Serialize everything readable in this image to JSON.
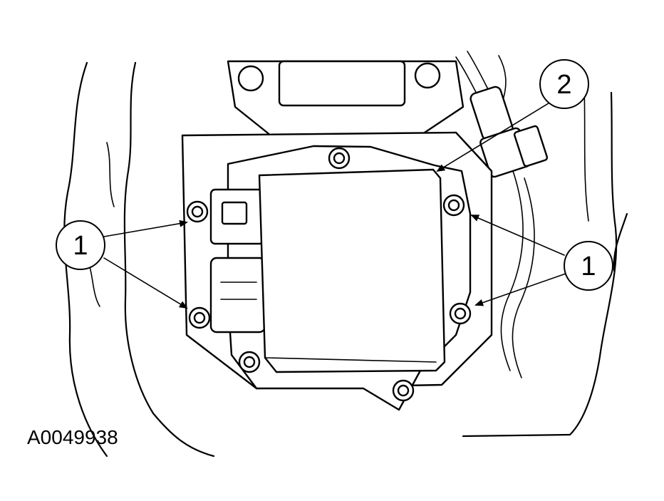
{
  "figure_id": "A0049938",
  "callouts": [
    {
      "label": "1"
    },
    {
      "label": "2"
    },
    {
      "label": "1"
    }
  ]
}
